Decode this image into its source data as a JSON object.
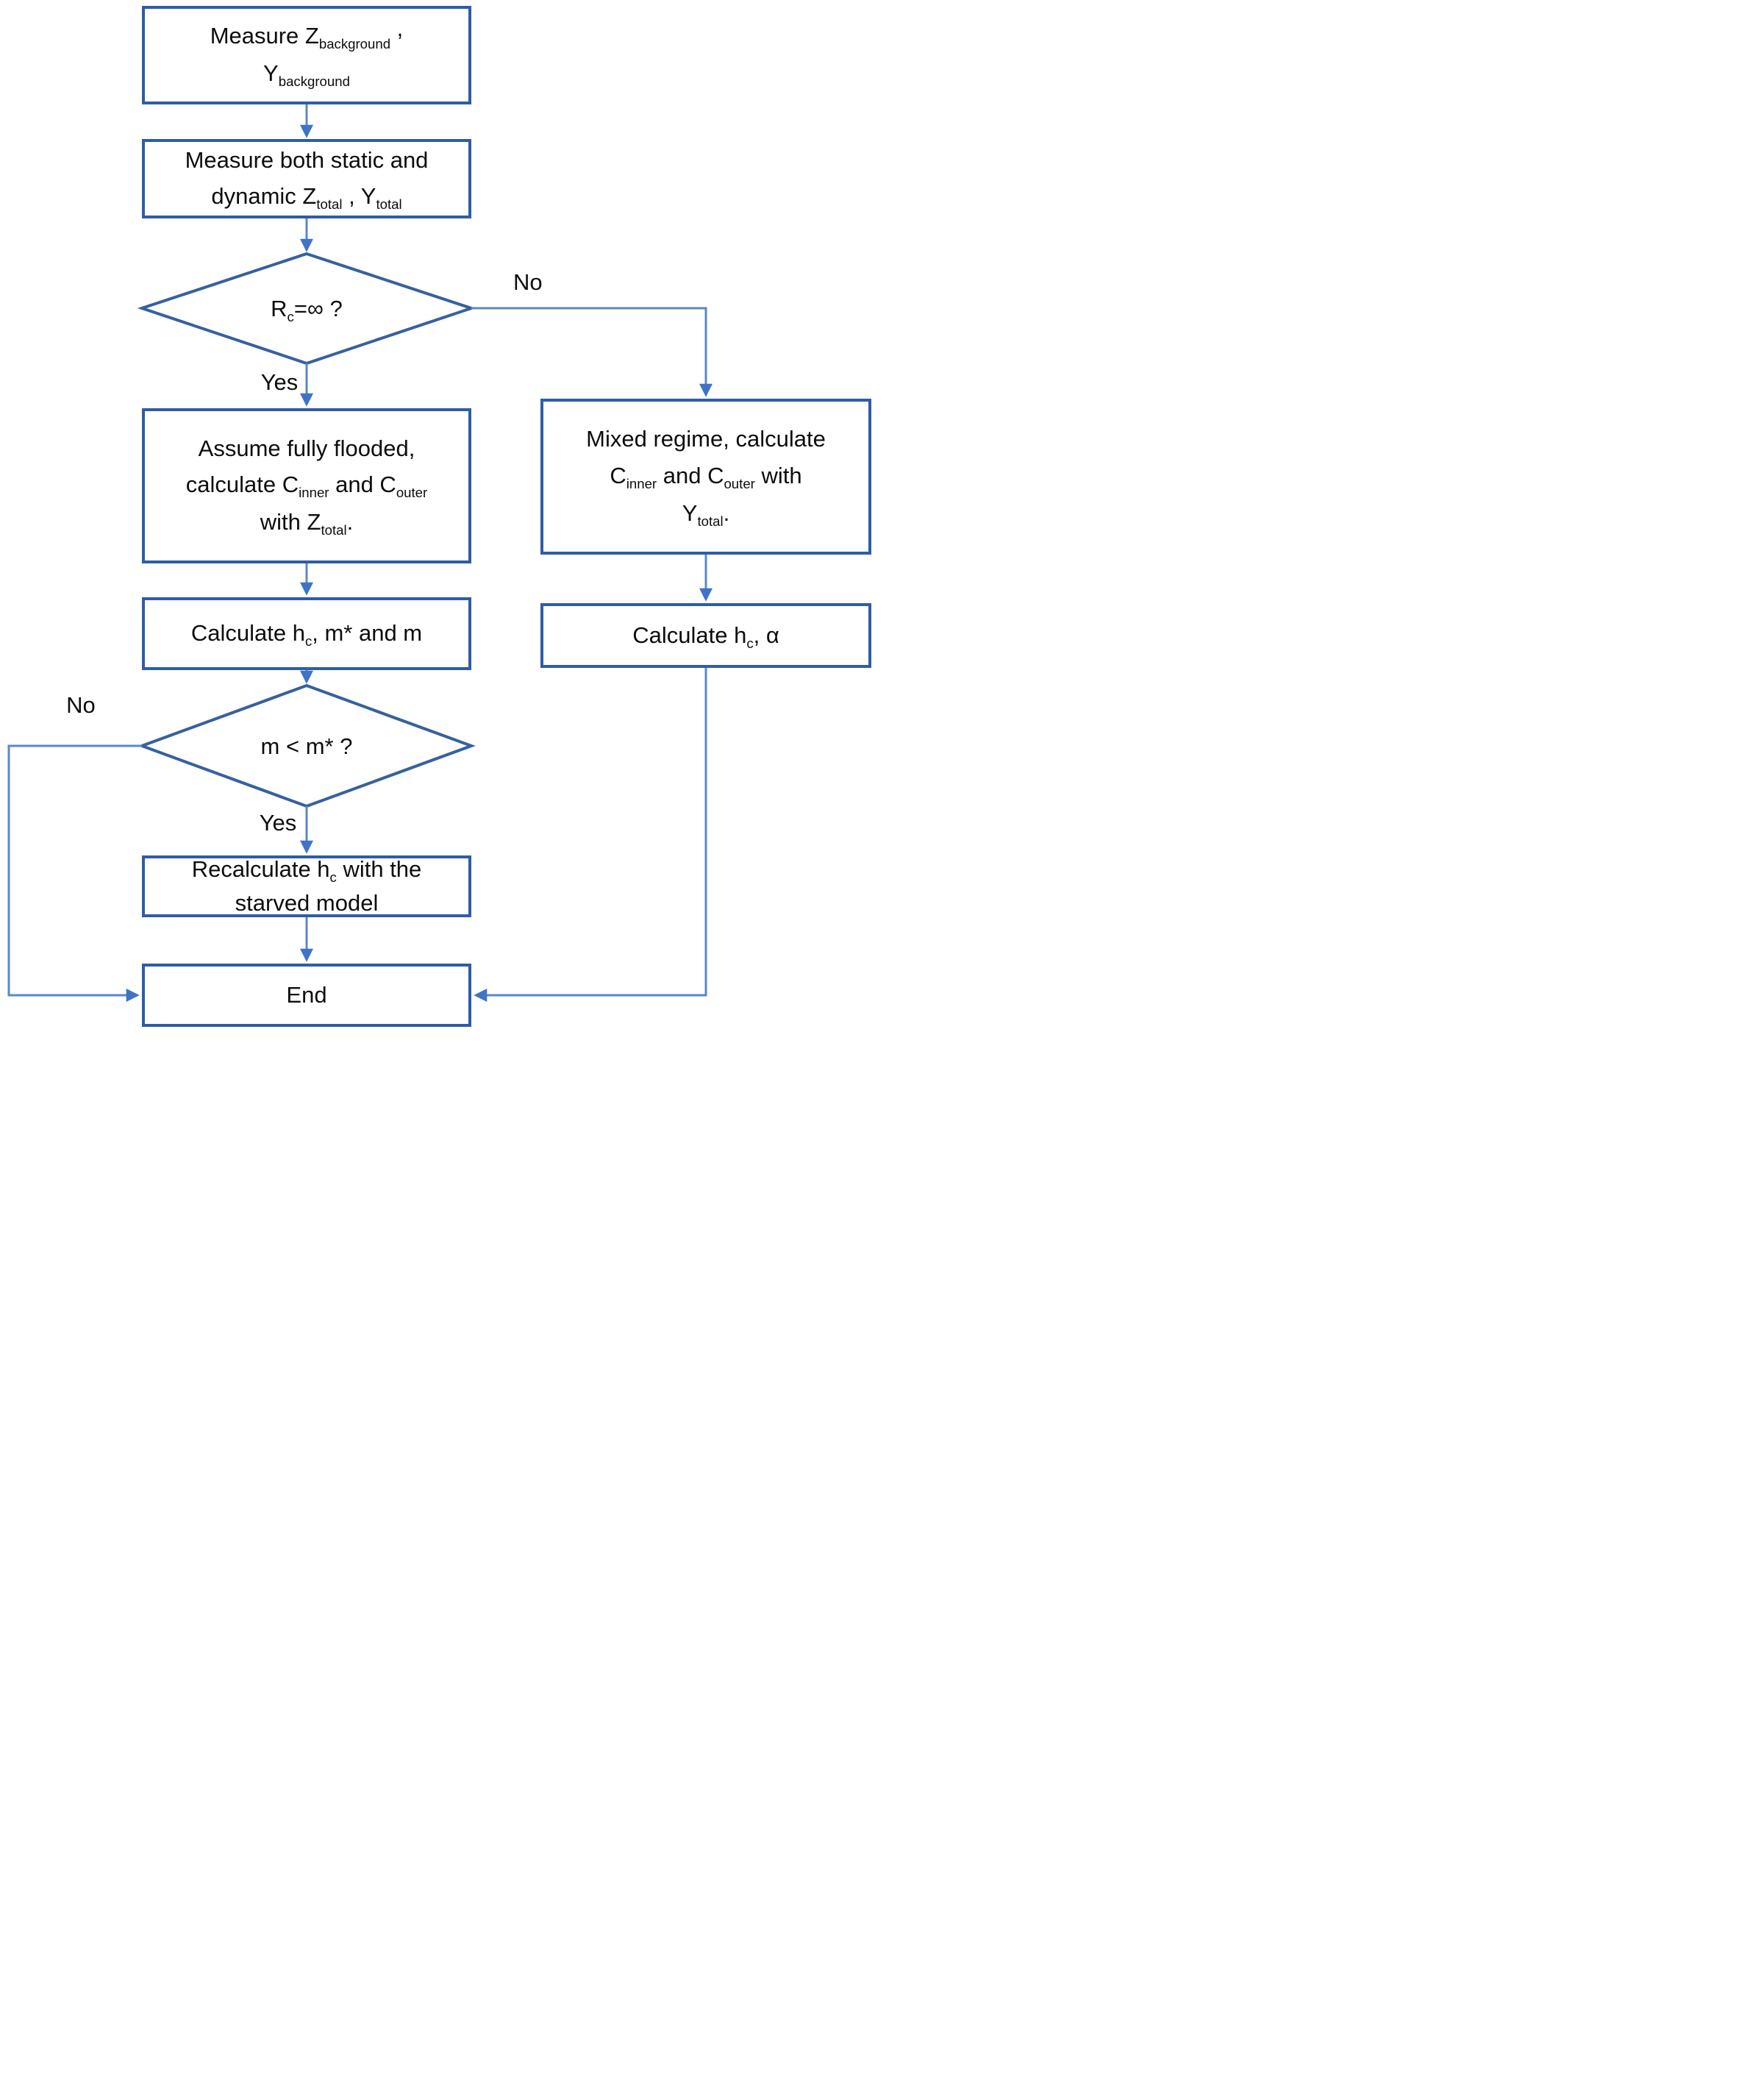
{
  "colors": {
    "box_border": "#2e5ca8",
    "diamond_border": "#35619f",
    "connector": "#5b87ce",
    "arrow": "#3f73c8",
    "text": "#0d0d0d",
    "bg": "#ffffff"
  },
  "nodes": {
    "measure_background": {
      "segments": [
        [
          "t",
          "Measure Z"
        ],
        [
          "s",
          "background"
        ],
        [
          "t",
          " "
        ],
        [
          "rc",
          ","
        ],
        [
          "br"
        ],
        [
          "t",
          "Y"
        ],
        [
          "s",
          "background"
        ]
      ]
    },
    "measure_total": {
      "segments": [
        [
          "t",
          "Measure both static and"
        ],
        [
          "br"
        ],
        [
          "t",
          "dynamic Z"
        ],
        [
          "s",
          "total"
        ],
        [
          "t",
          " , Y"
        ],
        [
          "s",
          "total"
        ]
      ]
    },
    "rc_decision": {
      "segments": [
        [
          "t",
          "R"
        ],
        [
          "s",
          "c"
        ],
        [
          "t",
          "=∞ ?"
        ]
      ]
    },
    "flooded": {
      "segments": [
        [
          "t",
          "Assume fully flooded,"
        ],
        [
          "br"
        ],
        [
          "t",
          "calculate C"
        ],
        [
          "s",
          "inner"
        ],
        [
          "t",
          " and C"
        ],
        [
          "s",
          "outer"
        ],
        [
          "br"
        ],
        [
          "t",
          "with Z"
        ],
        [
          "s",
          "total"
        ],
        [
          "t",
          "."
        ]
      ]
    },
    "mixed": {
      "segments": [
        [
          "t",
          "Mixed regime, calculate"
        ],
        [
          "br"
        ],
        [
          "t",
          "C"
        ],
        [
          "s",
          "inner"
        ],
        [
          "t",
          " and C"
        ],
        [
          "s",
          "outer"
        ],
        [
          "t",
          " with"
        ],
        [
          "br"
        ],
        [
          "t",
          "Y"
        ],
        [
          "s",
          "total"
        ],
        [
          "t",
          "."
        ]
      ]
    },
    "calc_hc_m": {
      "segments": [
        [
          "t",
          "Calculate h"
        ],
        [
          "s",
          "c"
        ],
        [
          "t",
          ", m* and m"
        ]
      ]
    },
    "calc_hc_alpha": {
      "segments": [
        [
          "t",
          "Calculate h"
        ],
        [
          "s",
          "c"
        ],
        [
          "t",
          ", α"
        ]
      ]
    },
    "m_decision": {
      "segments": [
        [
          "t",
          "m < m* ?"
        ]
      ]
    },
    "recalc": {
      "segments": [
        [
          "t",
          "Recalculate h"
        ],
        [
          "s",
          "c"
        ],
        [
          "t",
          " with the"
        ],
        [
          "br"
        ],
        [
          "t",
          "starved model"
        ]
      ]
    },
    "end": {
      "label": "End"
    }
  },
  "edge_labels": {
    "rc_yes": "Yes",
    "rc_no": "No",
    "m_yes": "Yes",
    "m_no": "No"
  }
}
